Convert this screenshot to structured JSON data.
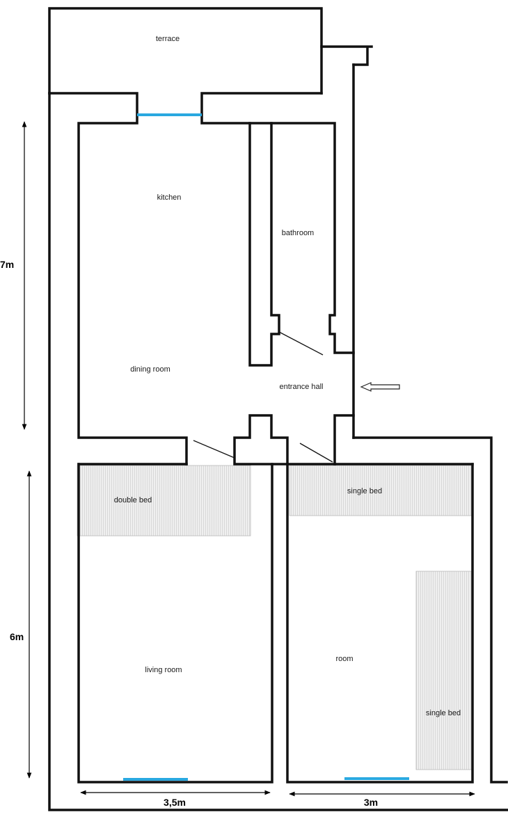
{
  "rooms": {
    "terrace": "terrace",
    "kitchen": "kitchen",
    "bathroom": "bathroom",
    "dining_room": "dining room",
    "entrance_hall": "entrance hall",
    "living_room": "living room",
    "room": "room"
  },
  "furniture": {
    "double_bed": "double bed",
    "single_bed_top": "single bed",
    "single_bed_side": "single bed"
  },
  "dimensions": {
    "upper_height": "7m",
    "lower_height": "6m",
    "left_width": "3,5m",
    "right_width": "3m"
  },
  "colors": {
    "window": "#29a8e0",
    "wall": "#111111",
    "bed_fill": "#ececec"
  }
}
